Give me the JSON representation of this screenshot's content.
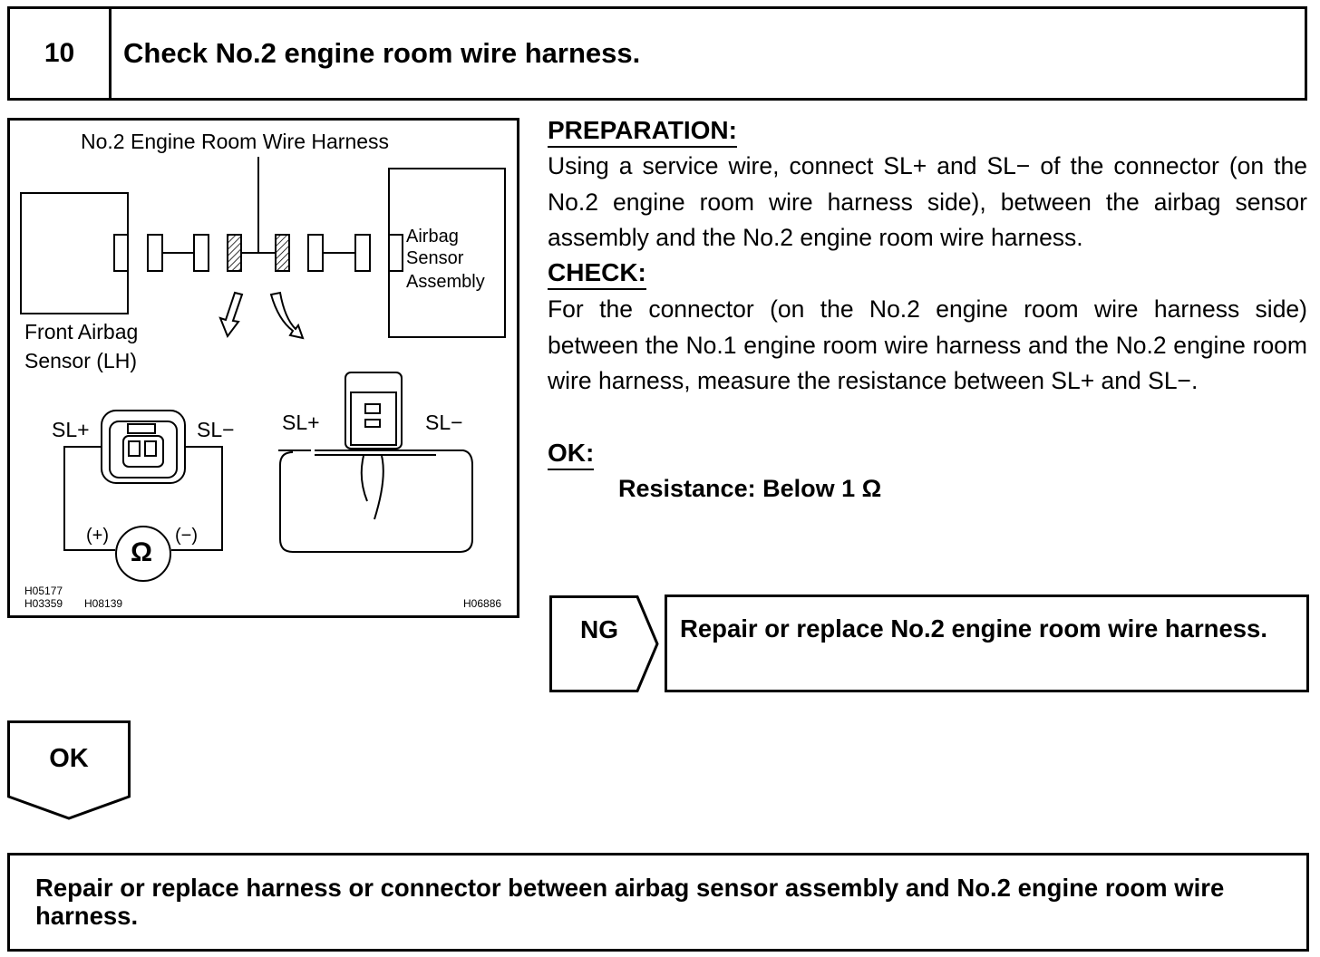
{
  "header": {
    "step_number": "10",
    "title": "Check No.2 engine room wire harness."
  },
  "figure": {
    "harness_label": "No.2 Engine Room Wire Harness",
    "front_sensor_label_line1": "Front Airbag",
    "front_sensor_label_line2": "Sensor (LH)",
    "airbag_assembly_line1": "Airbag",
    "airbag_assembly_line2": "Sensor",
    "airbag_assembly_line3": "Assembly",
    "left_sl_plus": "SL+",
    "left_sl_minus": "SL−",
    "right_sl_plus": "SL+",
    "right_sl_minus": "SL−",
    "plus_terminal": "(+)",
    "minus_terminal": "(−)",
    "ohm_symbol": "Ω",
    "code_1": "H05177",
    "code_2": "H03359",
    "code_3": "H08139",
    "code_4": "H06886"
  },
  "instructions": {
    "preparation_heading": "PREPARATION:",
    "preparation_text": "Using a service wire, connect SL+ and SL− of the connector (on the No.2 engine room wire harness side), between the airbag sensor assembly and the No.2 engine room wire harness.",
    "check_heading": "CHECK:",
    "check_text": "For the connector (on the No.2 engine room wire harness side) between the No.1 engine room wire harness and the No.2 engine room wire harness, measure the resistance between SL+ and SL−.",
    "ok_heading": "OK:",
    "ok_spec": "Resistance: Below 1 Ω"
  },
  "ng": {
    "label": "NG",
    "action": "Repair or replace No.2 engine room wire harness."
  },
  "ok": {
    "label": "OK",
    "action": "Repair or replace harness or connector between airbag sensor assembly and No.2 engine room wire harness."
  }
}
